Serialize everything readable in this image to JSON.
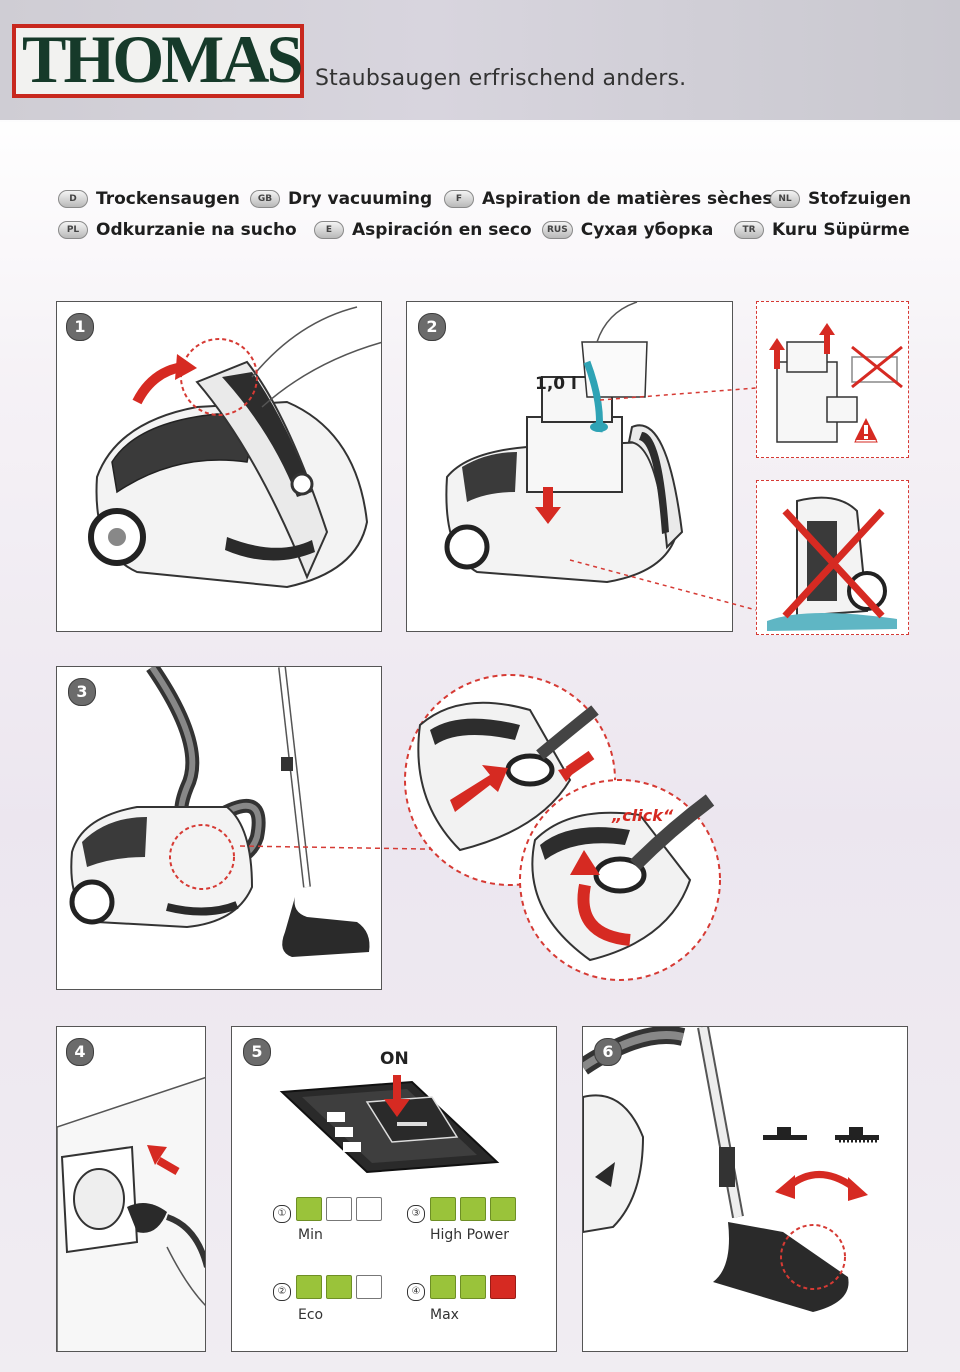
{
  "header": {
    "brand": "THOMAS",
    "tagline": "Staubsaugen erfrischend anders."
  },
  "languages": [
    {
      "code": "D",
      "label": "Trockensaugen"
    },
    {
      "code": "GB",
      "label": "Dry vacuuming"
    },
    {
      "code": "F",
      "label": "Aspiration de matières sèches"
    },
    {
      "code": "NL",
      "label": "Stofzuigen"
    },
    {
      "code": "PL",
      "label": "Odkurzanie na sucho"
    },
    {
      "code": "E",
      "label": "Aspiración en seco"
    },
    {
      "code": "RUS",
      "label": "Сухая уборка"
    },
    {
      "code": "TR",
      "label": "Kuru Süpürme"
    }
  ],
  "steps": [
    {
      "number": "1"
    },
    {
      "number": "2",
      "volume_label": "1,0 l"
    },
    {
      "number": "3",
      "click_label": "„click“"
    },
    {
      "number": "4"
    },
    {
      "number": "5",
      "on_label": "ON"
    },
    {
      "number": "6"
    }
  ],
  "power_modes": [
    {
      "number": "①",
      "label": "Min",
      "levels": [
        "green",
        "white",
        "white"
      ]
    },
    {
      "number": "②",
      "label": "Eco",
      "levels": [
        "green",
        "green",
        "white"
      ]
    },
    {
      "number": "③",
      "label": "High Power",
      "levels": [
        "green",
        "green",
        "green"
      ]
    },
    {
      "number": "④",
      "label": "Max",
      "levels": [
        "green",
        "green",
        "red"
      ]
    }
  ],
  "colors": {
    "accent_red": "#d62a22",
    "level_green": "#9ac33a",
    "water_blue": "#2fa3b5",
    "logo_green": "#163a2a"
  }
}
